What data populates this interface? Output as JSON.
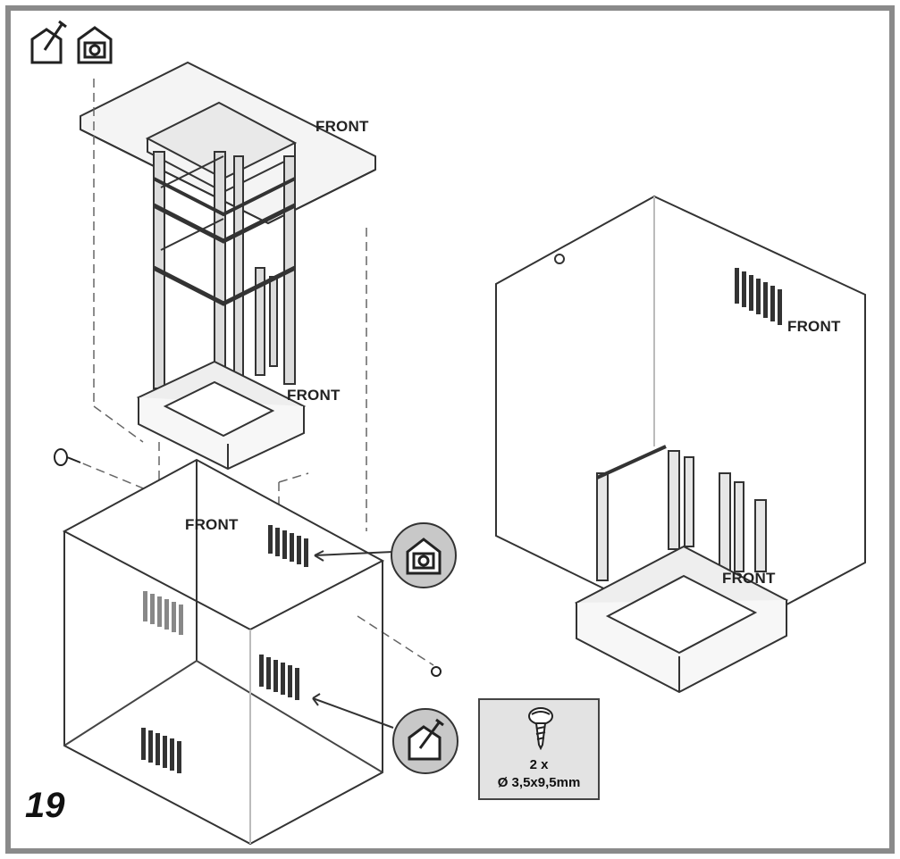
{
  "step_number": "19",
  "labels": {
    "front_top": "FRONT",
    "front_mid": "FRONT",
    "front_box": "FRONT",
    "front_right_panel": "FRONT",
    "front_right_base": "FRONT"
  },
  "screw_spec": {
    "quantity": "2 x",
    "size": "Ø 3,5x9,5mm"
  },
  "icons": [
    "ducting-mode-icon",
    "recirculation-mode-icon",
    "screw-icon"
  ]
}
